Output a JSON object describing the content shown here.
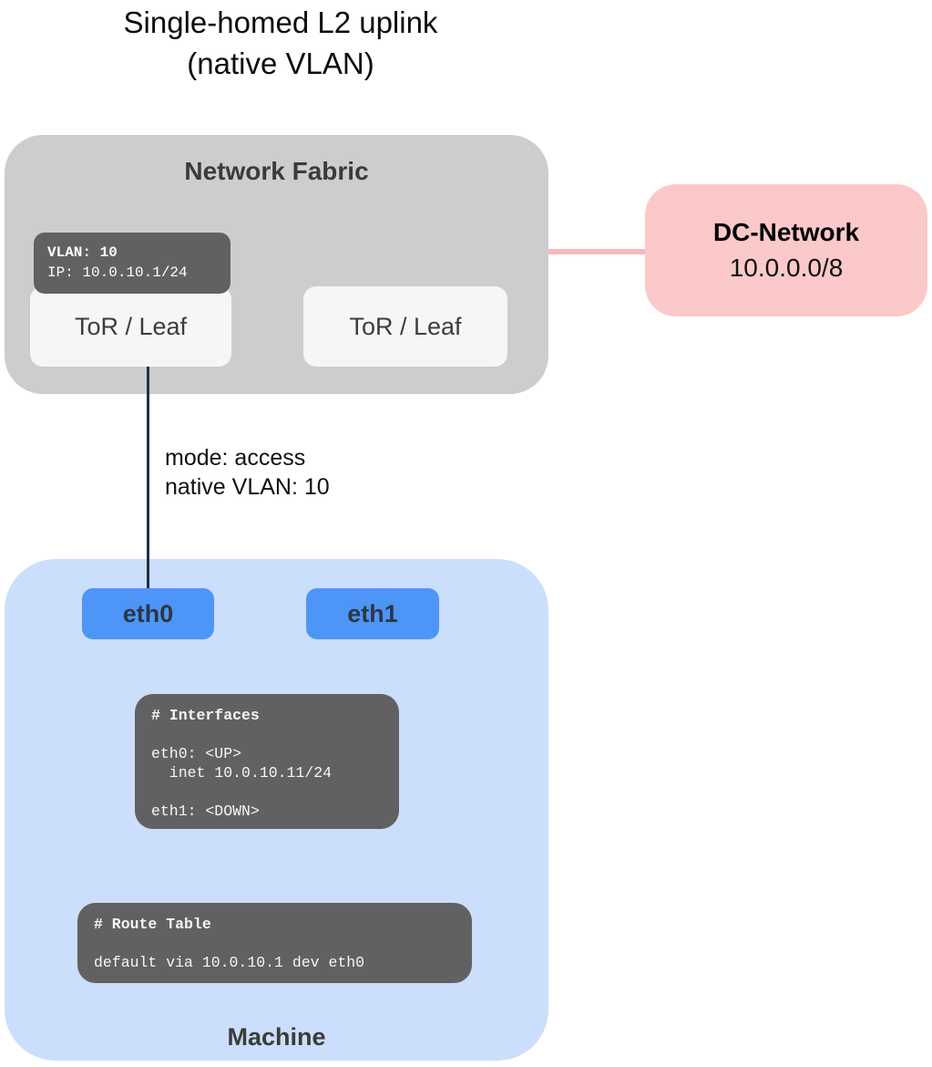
{
  "title": {
    "line1": "Single-homed L2 uplink",
    "line2": "(native VLAN)"
  },
  "network_fabric": {
    "label": "Network Fabric",
    "vlan_badge": {
      "vlan_line": "VLAN: 10",
      "ip_line": "IP: 10.0.10.1/24"
    },
    "tor_left_label": "ToR / Leaf",
    "tor_right_label": "ToR / Leaf"
  },
  "dc_network": {
    "name": "DC-Network",
    "cidr": "10.0.0.0/8"
  },
  "uplink_label": {
    "mode_line": "mode: access",
    "vlan_line": "native VLAN: 10"
  },
  "machine": {
    "label": "Machine",
    "nics": [
      {
        "label": "eth0"
      },
      {
        "label": "eth1"
      }
    ],
    "interfaces_panel": {
      "header": "# Interfaces",
      "body": "eth0: <UP>\n  inet 10.0.10.11/24\n\neth1: <DOWN>"
    },
    "route_panel": {
      "header": "# Route Table",
      "body": "default via 10.0.10.1 dev eth0"
    }
  },
  "colors": {
    "fabric_bg": "#cdcdcd",
    "tor_node_bg": "#f6f6f6",
    "code_panel_bg": "#616161",
    "dc_box_bg": "#fbc9c9",
    "dc_link_line": "#f9b9b9",
    "machine_bg": "#cbdefb",
    "nic_bg": "#4e95f8",
    "uplink_line": "#222f49"
  }
}
